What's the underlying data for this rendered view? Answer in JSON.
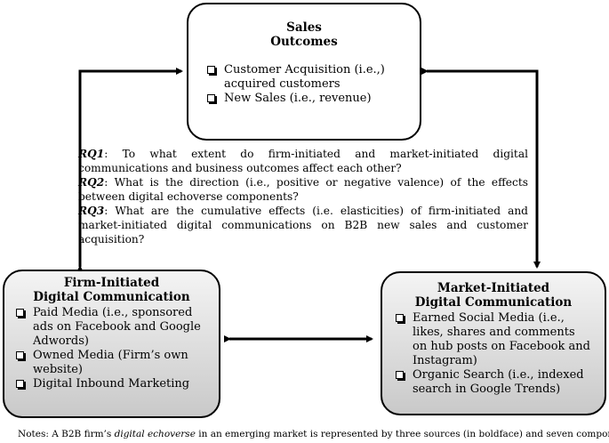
{
  "sales_box": {
    "title_line1": "Sales",
    "title_line2": "Outcomes",
    "items": [
      "Customer Acquisition (i.e.,) acquired customers",
      "New Sales (i.e., revenue)"
    ]
  },
  "research_questions": [
    {
      "label": "RQ1",
      "text": ": To what extent do firm-initiated and market-initiated digital communications and business outcomes affect each other?"
    },
    {
      "label": "RQ2",
      "text": ": What is the direction (i.e., positive or negative valence) of the effects between digital echoverse components?"
    },
    {
      "label": "RQ3",
      "text": ": What are the cumulative effects (i.e. elasticities) of firm-initiated and market-initiated digital communications on B2B new sales and customer acquisition?"
    }
  ],
  "firm_box": {
    "title_line1": "Firm-Initiated",
    "title_line2": "Digital Communication",
    "items": [
      "Paid Media (i.e., sponsored ads on Facebook and Google Adwords)",
      "Owned Media (Firm’s own website)",
      "Digital Inbound Marketing"
    ]
  },
  "market_box": {
    "title_line1": "Market-Initiated",
    "title_line2": "Digital Communication",
    "items": [
      "Earned Social Media (i.e., likes, shares and comments on hub posts on Facebook and Instagram)",
      "Organic Search (i.e., indexed search in Google Trends)"
    ]
  },
  "notes": {
    "before": "Notes: A B2B firm’s ",
    "italic": "digital echoverse",
    "after": " in an emerging market is represented by three sources (in boldface) and seven components."
  }
}
